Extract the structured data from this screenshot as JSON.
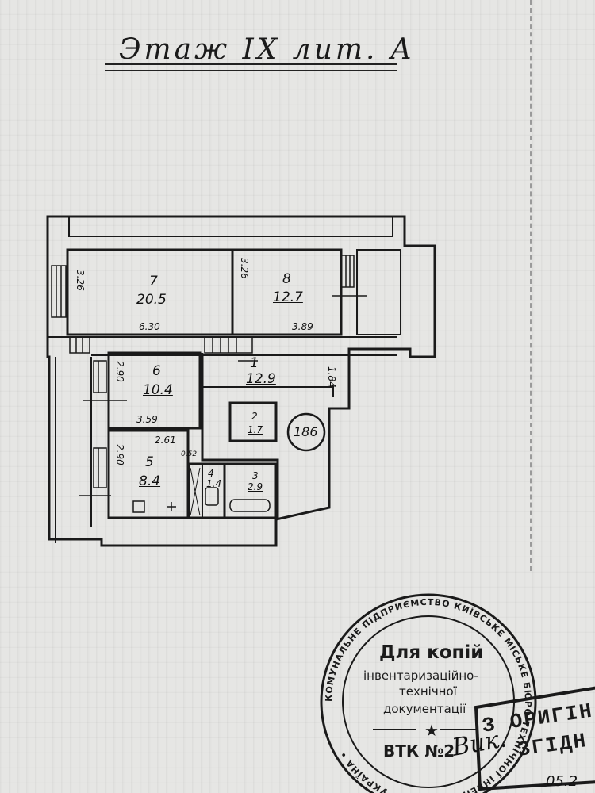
{
  "title": "Этаж IX  лит. А",
  "rooms": [
    {
      "number": "7",
      "area": "20.5",
      "dim_width": "6.30",
      "dim_height": "3.26"
    },
    {
      "number": "8",
      "area": "12.7",
      "dim_width": "3.89",
      "dim_height": "3.26"
    },
    {
      "number": "6",
      "area": "10.4",
      "dim_width": "3.59",
      "dim_height": "2.90"
    },
    {
      "number": "1",
      "area": "12.9",
      "dim_height": "1.84"
    },
    {
      "number": "2",
      "area": "1.7"
    },
    {
      "number": "5",
      "area": "8.4",
      "dim_width": "2.61",
      "dim_height": "2.90",
      "extra": "0.52"
    },
    {
      "number": "4",
      "area": "1.4"
    },
    {
      "number": "3",
      "area": "2.9"
    }
  ],
  "apartment_badge": "186",
  "stamp_round": {
    "main_line1": "Для копій",
    "main_line2": "інвентаризаційно-",
    "main_line3": "технічної",
    "main_line4": "документації",
    "dept": "ВТК №2",
    "ring_text": "КОМУНАЛЬНЕ ПІДПРИЄМСТВО КИЇВСЬКЕ МІСЬКЕ БЮРО ТЕХНІЧНОЇ ІНВЕНТАРИЗАЦІЇ • УКРАЇНА •"
  },
  "stamp_box": {
    "line1": "З ОРИГІН",
    "line2": "ЗГІДН"
  },
  "handwritten": "Вик.",
  "handwritten_date": "05.2"
}
